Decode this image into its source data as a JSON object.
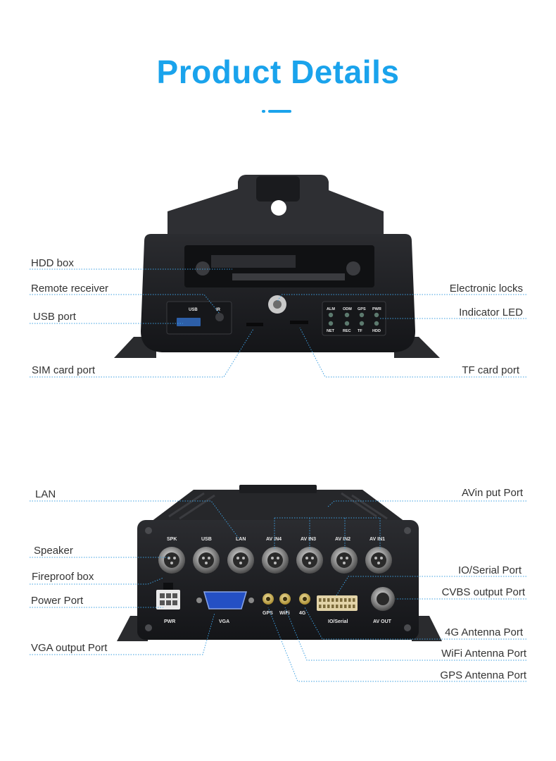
{
  "header": {
    "title": "Product Details"
  },
  "front_panel": {
    "callouts_left": [
      {
        "label": "HDD box"
      },
      {
        "label": "Remote receiver"
      },
      {
        "label": "USB port"
      },
      {
        "label": "SIM card port"
      }
    ],
    "callouts_right": [
      {
        "label": "Electronic locks"
      },
      {
        "label": "Indicator LED"
      },
      {
        "label": "TF card port"
      }
    ],
    "device_labels": {
      "usb": "USB",
      "ir": "IR",
      "leds_top": [
        "ALM",
        "ODM",
        "GPS",
        "PWR"
      ],
      "leds_bottom": [
        "NET",
        "REC",
        "TF",
        "HDD"
      ]
    }
  },
  "rear_panel": {
    "callouts_left": [
      {
        "label": "LAN"
      },
      {
        "label": "Speaker"
      },
      {
        "label": "Fireproof box"
      },
      {
        "label": "Power Port"
      },
      {
        "label": "VGA output Port"
      }
    ],
    "callouts_right": [
      {
        "label": "AVin put Port"
      },
      {
        "label": "IO/Serial Port"
      },
      {
        "label": "CVBS output Port"
      },
      {
        "label": "4G Antenna Port"
      },
      {
        "label": "WiFi Antenna Port"
      },
      {
        "label": "GPS Antenna Port"
      }
    ],
    "device_labels": {
      "connectors": [
        "SPK",
        "USB",
        "LAN",
        "AV IN4",
        "AV IN3",
        "AV IN2",
        "AV IN1"
      ],
      "pwr": "PWR",
      "vga": "VGA",
      "antennas": [
        "GPS",
        "WiFi",
        "4G"
      ],
      "io": "IO/Serial",
      "avout": "AV OUT"
    }
  },
  "colors": {
    "accent": "#1aa3ec",
    "device": "#1e1f22",
    "leader": "#3d9fe0"
  }
}
